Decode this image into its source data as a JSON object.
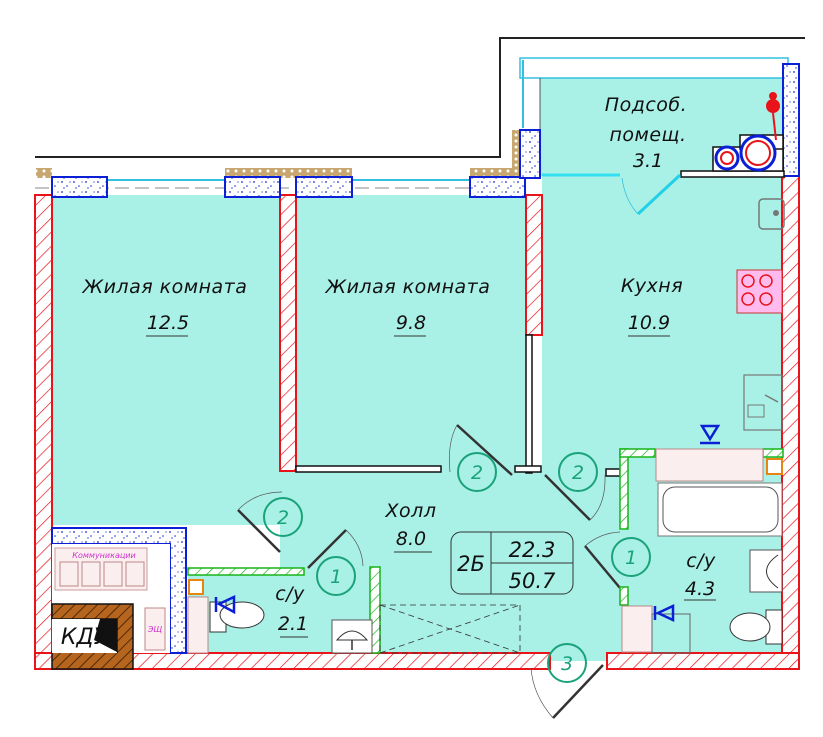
{
  "plan": {
    "apartment": {
      "type": "2Б",
      "living_area": "22.3",
      "total_area": "50.7"
    },
    "rooms": [
      {
        "name": "Жилая комната",
        "area": "12.5"
      },
      {
        "name": "Жилая комната",
        "area": "9.8"
      },
      {
        "name": "Кухня",
        "area": "10.9"
      },
      {
        "name_line1": "Подсоб.",
        "name_line2": "помещ.",
        "area": "3.1"
      },
      {
        "name": "Холл",
        "area": "8.0"
      },
      {
        "name": "с/у",
        "area": "2.1"
      },
      {
        "name": "с/у",
        "area": "4.3"
      }
    ],
    "doors": [
      "2",
      "2",
      "2",
      "1",
      "1",
      "3"
    ],
    "labels": {
      "kdu": "КДУ",
      "communications": "Коммуникации",
      "electric_panel": "ЭЩ"
    },
    "colors": {
      "floor": "#a9f0e6",
      "wall_red": "#e8141a",
      "window_blue": "#0a1fd6",
      "partition_green": "#18b418",
      "door_number": "#1aa37a"
    }
  }
}
